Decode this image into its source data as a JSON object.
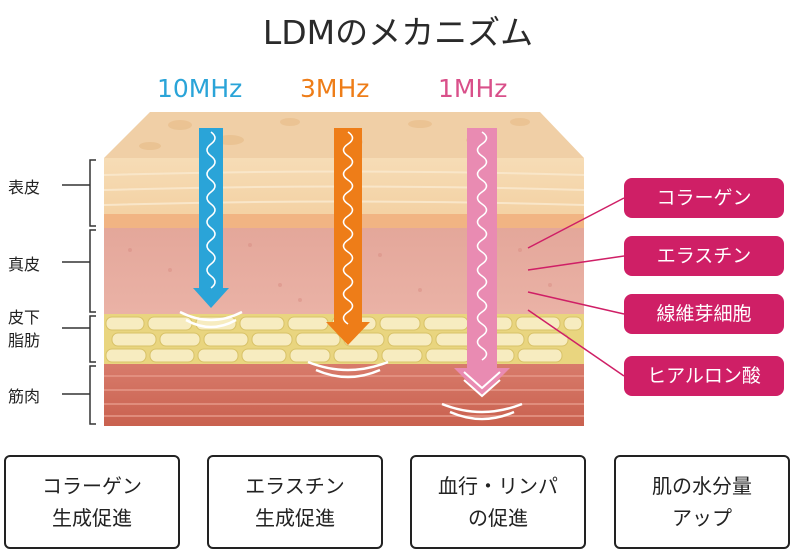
{
  "title": "LDMのメカニズム",
  "frequencies": [
    {
      "label": "10MHz",
      "color": "#2aa4d8"
    },
    {
      "label": "3MHz",
      "color": "#ee7d18"
    },
    {
      "label": "1MHz",
      "color": "#d9508a"
    }
  ],
  "layers": {
    "epidermis": "表皮",
    "dermis": "真皮",
    "subcutaneous_line1": "皮下",
    "subcutaneous_line2": "脂肪",
    "muscle": "筋肉"
  },
  "components": [
    "コラーゲン",
    "エラスチン",
    "線維芽細胞",
    "ヒアルロン酸"
  ],
  "effects": [
    {
      "line1": "コラーゲン",
      "line2": "生成促進"
    },
    {
      "line1": "エラスチン",
      "line2": "生成促進"
    },
    {
      "line1": "血行・リンパ",
      "line2": "の促進"
    },
    {
      "line1": "肌の水分量",
      "line2": "アップ"
    }
  ],
  "colors": {
    "accent": "#cf1f66"
  }
}
